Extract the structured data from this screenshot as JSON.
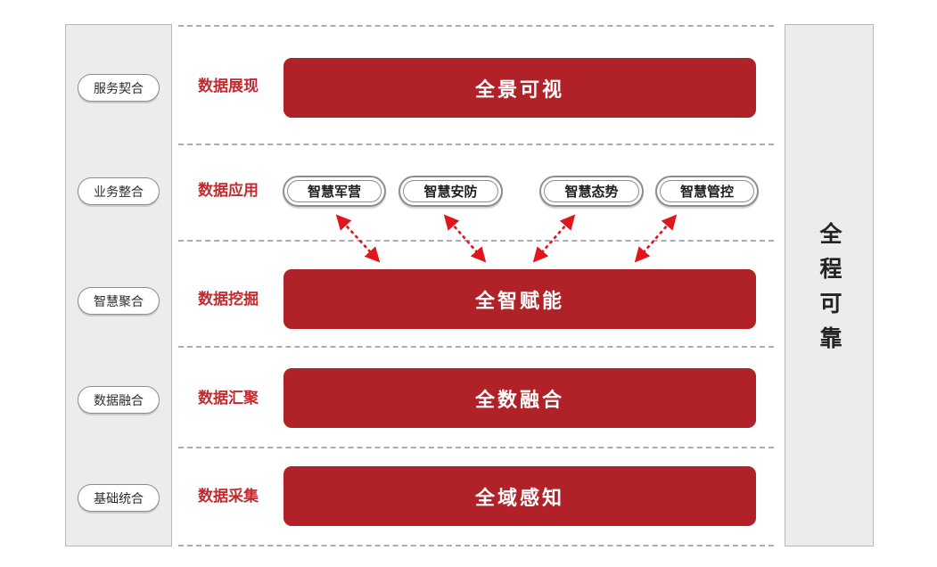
{
  "left_sidebar": {
    "items": [
      "服务契合",
      "业务整合",
      "智慧聚合",
      "数据融合",
      "基础统合"
    ]
  },
  "right_sidebar": {
    "label": "全程可靠"
  },
  "layers": [
    {
      "label": "数据展现",
      "bar": "全景可视"
    },
    {
      "label": "数据应用",
      "pills": [
        "智慧军营",
        "智慧安防",
        "智慧态势",
        "智慧管控"
      ]
    },
    {
      "label": "数据挖掘",
      "bar": "全智赋能"
    },
    {
      "label": "数据汇聚",
      "bar": "全数融合"
    },
    {
      "label": "数据采集",
      "bar": "全域感知"
    }
  ],
  "colors": {
    "bar_red": "#b02128",
    "label_red": "#c22a30",
    "arrow_red": "#e0161f",
    "sidebar_bg": "#ececec",
    "sidebar_border": "#b9b9b9",
    "pill_border": "#8d8d8d",
    "dashed_line": "#adadad",
    "bar_text": "#ffffff",
    "dark_text": "#262220"
  }
}
